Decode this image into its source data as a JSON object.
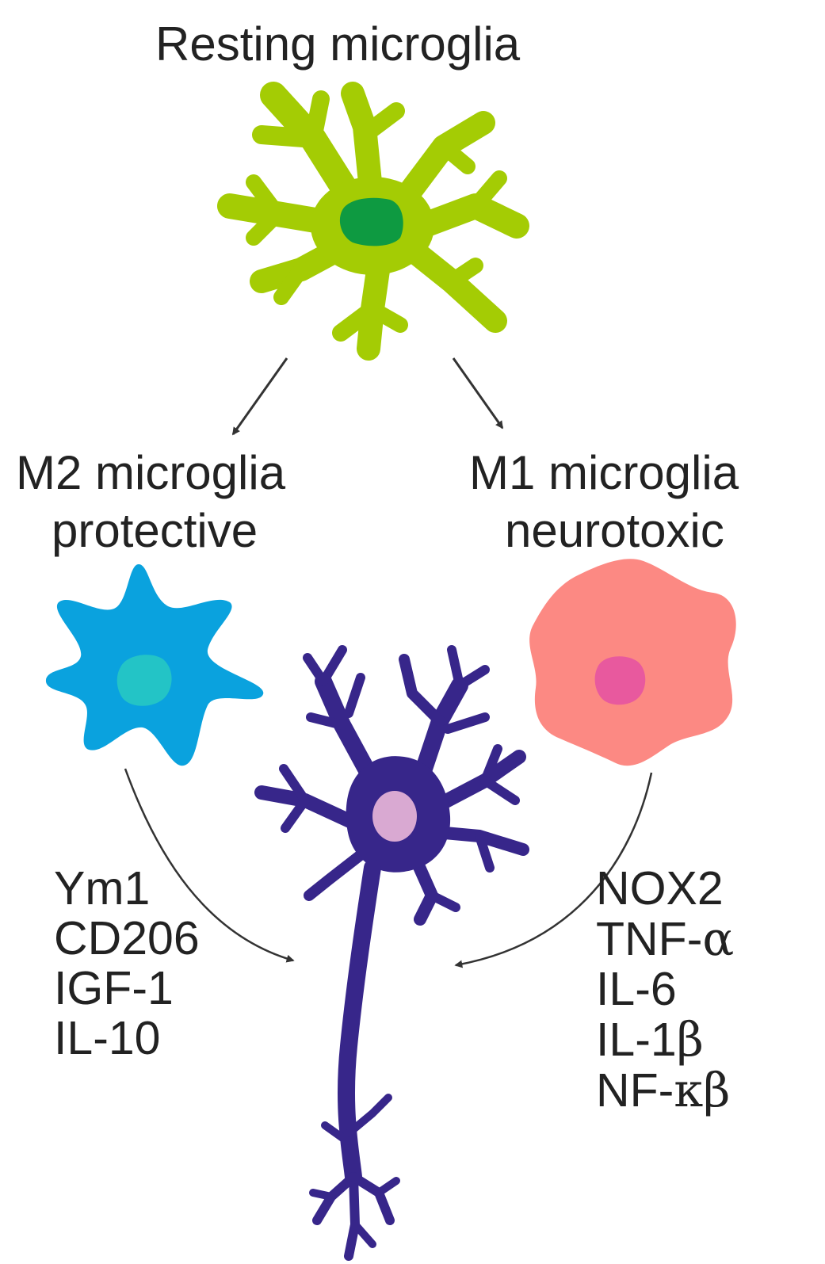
{
  "resting": {
    "label": "Resting microglia",
    "body_color": "#a4cc04",
    "nucleus_color": "#0e9a41"
  },
  "m2": {
    "line1": "M2 microglia",
    "line2": "protective",
    "body_color": "#0aa2de",
    "nucleus_color": "#23c4c6",
    "markers": [
      "Ym1",
      "CD206",
      "IGF-1",
      "IL-10"
    ]
  },
  "m1": {
    "line1": "M1 microglia",
    "line2": "neurotoxic",
    "body_color": "#fc8983",
    "nucleus_color": "#e8599e",
    "markers": [
      "NOX2",
      "TNF-α",
      "IL-6",
      "IL-1β",
      "NF-κβ"
    ]
  },
  "neuron": {
    "body_color": "#37268a",
    "nucleus_color": "#d9a9d2"
  },
  "arrow_color": "#333333"
}
